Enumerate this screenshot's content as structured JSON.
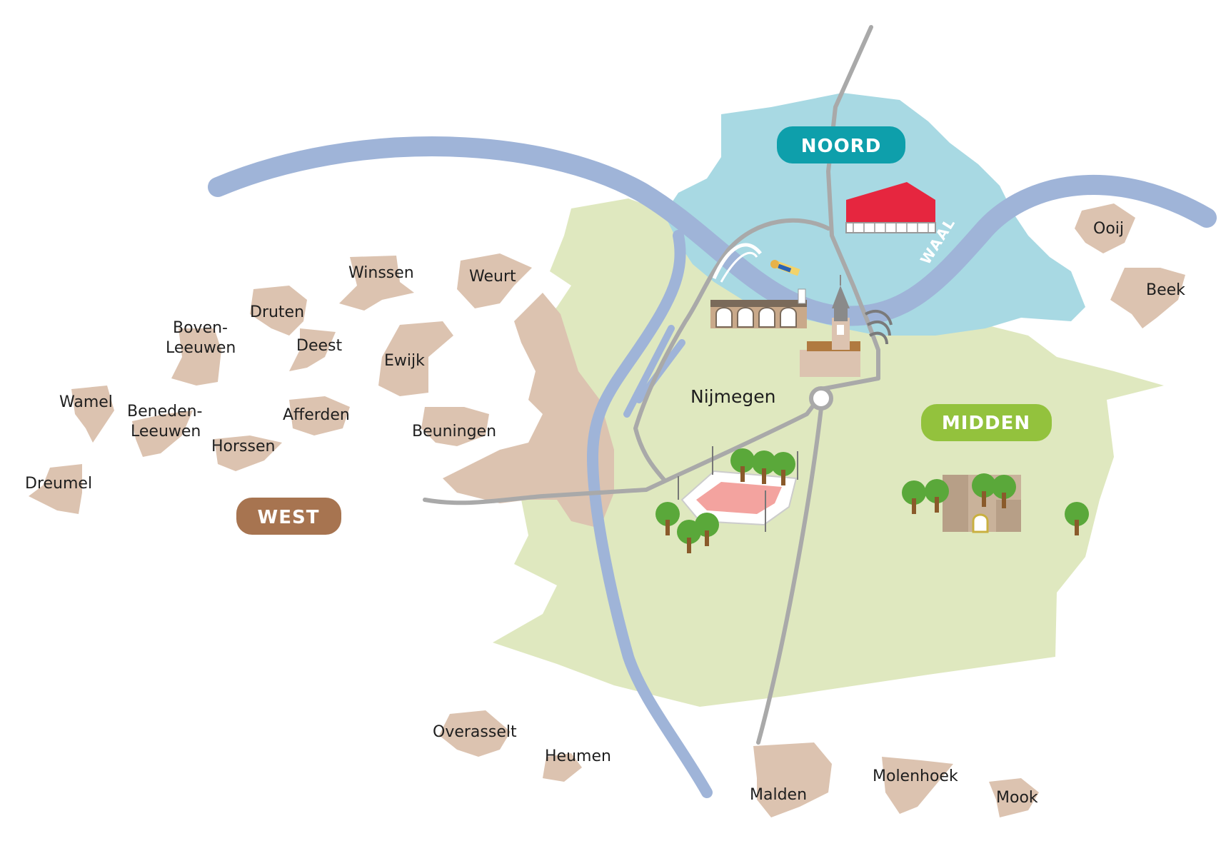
{
  "regions": {
    "noord": {
      "label": "NOORD",
      "color": "#0e9fab"
    },
    "midden": {
      "label": "MIDDEN",
      "color": "#93c23d"
    },
    "west": {
      "label": "WEST",
      "color": "#a77450"
    }
  },
  "city": {
    "label": "Nijmegen"
  },
  "river": {
    "label": "WAAL"
  },
  "places": {
    "winssen": "Winssen",
    "weurt": "Weurt",
    "druten": "Druten",
    "boven_leeuwen_1": "Boven-",
    "boven_leeuwen_2": "Leeuwen",
    "deest": "Deest",
    "ewijk": "Ewijk",
    "wamel": "Wamel",
    "beneden_leeuwen_1": "Beneden-",
    "beneden_leeuwen_2": "Leeuwen",
    "afferden": "Afferden",
    "beuningen": "Beuningen",
    "horssen": "Horssen",
    "dreumel": "Dreumel",
    "ooij": "Ooij",
    "beek": "Beek",
    "overasselt": "Overasselt",
    "heumen": "Heumen",
    "malden": "Malden",
    "molenhoek": "Molenhoek",
    "mook": "Mook"
  },
  "colors": {
    "water": "#9fb4d8",
    "noord_area": "#a8d9e3",
    "midden_area": "#dfe8bf",
    "village": "#dcc3b0",
    "road": "#a9a9a9",
    "tree": "#5aa83a",
    "trunk": "#8a5a2b",
    "stadium_field": "#f3a39f",
    "red_building": "#e6263f"
  }
}
